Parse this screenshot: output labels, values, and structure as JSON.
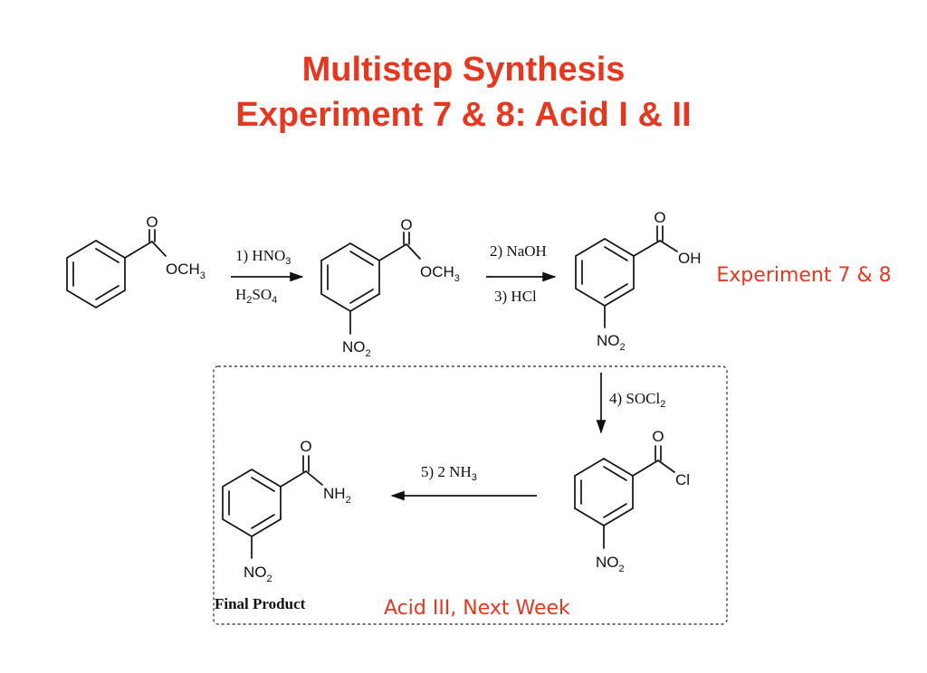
{
  "title": {
    "line1": "Multistep Synthesis",
    "line2": "Experiment 7 & 8: Acid I & II"
  },
  "annotations": {
    "experiment": "Experiment 7 & 8",
    "acid_iii": "Acid III, Next Week",
    "final_product": "Final Product"
  },
  "reactions": {
    "step1": {
      "top": "1) HNO",
      "top_sub": "3",
      "bottom": "H",
      "bottom_sub1": "2",
      "bottom_mid": "SO",
      "bottom_sub2": "4"
    },
    "step2": {
      "top": "2) NaOH",
      "bottom": "3) HCl"
    },
    "step4": {
      "text": "4) SOCl",
      "sub": "2"
    },
    "step5": {
      "text": "5) 2 NH",
      "sub": "3"
    }
  },
  "labels": {
    "O": "O",
    "OCH": "OCH",
    "sub3": "3",
    "OH": "OH",
    "NO": "NO",
    "sub2": "2",
    "Cl": "Cl",
    "NH": "NH"
  },
  "colors": {
    "accent": "#e8371f"
  }
}
